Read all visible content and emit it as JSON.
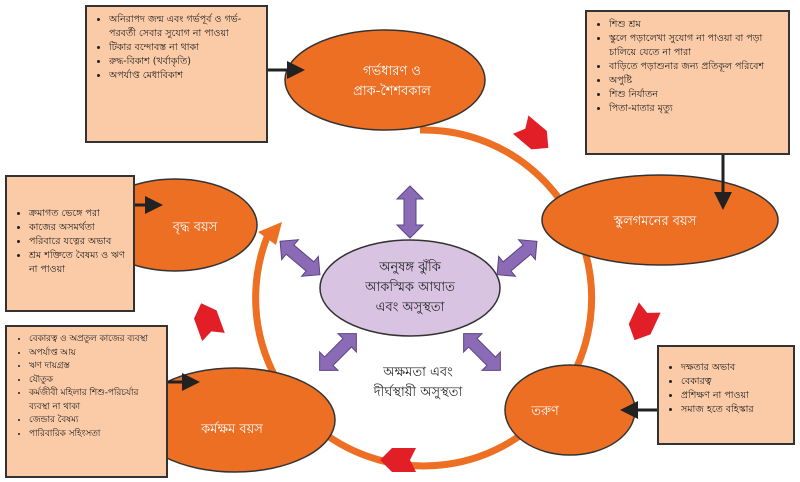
{
  "stages": [
    {
      "label_lines": [
        "গর্ভধারণ ও",
        "প্রাক-শৈশবকাল"
      ],
      "risks": [
        "অনিরাপদ জন্ম এবং গর্ভপূর্ব ও গর্ভ-পরবর্তী সেবার সুযোগ না পাওয়া",
        "টিকার বন্দোবস্ত না থাকা",
        "রুদ্ধ-বিকাশ (খর্বাকৃতি)",
        "অপর্যাপ্ত মেধাবিকাশ"
      ]
    },
    {
      "label_lines": [
        "স্কুলগমনের বয়স"
      ],
      "risks": [
        "শিশু শ্রম",
        "স্কুলে পড়ালেখা সুযোগ না পাওয়া বা পড়া চালিয়ে যেতে না পারা",
        "বাড়িতে পড়াশুনার জন্য প্রতিকূল পরিবেশ",
        "অপুষ্টি",
        "শিশু নির্যাতন",
        "পিতা-মাতার মৃত্যু"
      ]
    },
    {
      "label_lines": [
        "তরুণ"
      ],
      "risks": [
        "দক্ষতার অভাব",
        "বেকারত্ব",
        "প্রশিক্ষণ না পাওয়া",
        "সমাজ হতে বহিস্কার"
      ]
    },
    {
      "label_lines": [
        "কর্মক্ষম বয়স"
      ],
      "risks": [
        "বেকারত্ব ও অপ্রতুল কাজের ব্যবস্থা",
        "অপর্যাপ্ত আয়",
        "ঋণ দায়গ্রস্ত",
        "যৌতুক",
        "কর্মজীবী মহিলার শিশু-পরিচর্যার ব্যবস্থা না থাকা",
        "জেন্ডার বৈষম্য",
        "পারিবারিক সহিংসতা"
      ]
    },
    {
      "label_lines": [
        "বৃদ্ধ বয়স"
      ],
      "risks": [
        "ক্রমাগত ভেঙ্গে পরা",
        "কাজের অসমর্থতা",
        "পরিবারে যত্নের অভাব",
        "শ্রম শক্তিতে বৈষম্য ও ঋণ না পাওয়া"
      ]
    }
  ],
  "center": {
    "lines": [
      "অনুষঙ্গ ঝুঁকি",
      "আকস্মিক আঘাত",
      "এবং অসুস্থতা"
    ]
  },
  "bottom_note": {
    "lines": [
      "অক্ষমতা এবং",
      "দীর্ঘস্থায়ী অসুস্থতা"
    ]
  },
  "colors": {
    "stage": "#ec6f24",
    "box": "#fbcaa6",
    "center": "#d9c3e3",
    "purple_arrow": "#8b6bb5",
    "red_arrow": "#e21e26"
  }
}
